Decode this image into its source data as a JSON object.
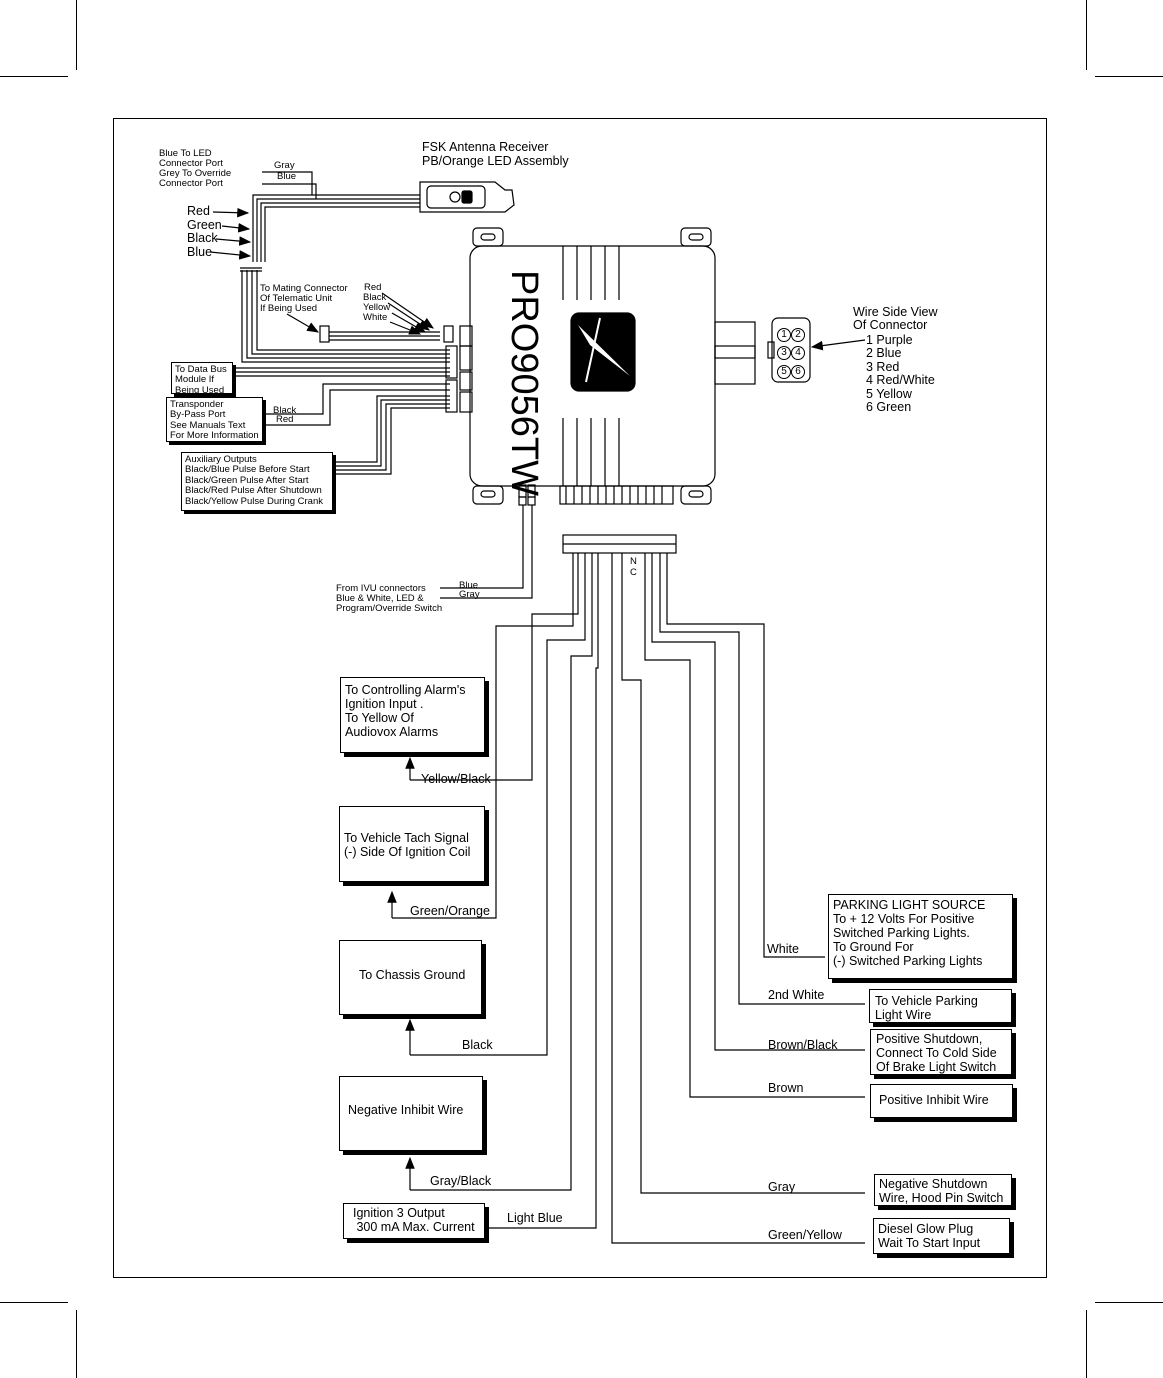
{
  "led_assembly": {
    "title_line1": "FSK Antenna Receiver",
    "title_line2": "PB/Orange LED Assembly",
    "port_note": [
      "Blue To LED",
      "Connector Port",
      "Grey To Override",
      "Connector Port"
    ],
    "gray": "Gray",
    "blue": "Blue"
  },
  "left_wires": [
    "Red",
    "Green",
    "Black",
    "Blue"
  ],
  "telematic": {
    "note": [
      "To Mating Connector",
      "Of Telematic Unit",
      "If Being Used"
    ],
    "wires": [
      "Red",
      "Black",
      "Yellow",
      "White"
    ]
  },
  "data_bus": [
    "To Data Bus",
    "Module If",
    "Being Used"
  ],
  "transponder": {
    "lines": [
      "Transponder",
      "By-Pass Port",
      "See Manuals Text",
      "For More Information"
    ],
    "black": "Black",
    "red": "Red"
  },
  "aux_outputs": [
    "Auxiliary Outputs",
    "Black/Blue Pulse Before Start",
    "Black/Green Pulse After Start",
    "Black/Red Pulse After Shutdown",
    "Black/Yellow Pulse During Crank"
  ],
  "module": {
    "model": "PRO9056TW"
  },
  "connector_view": {
    "title_line1": "Wire Side View",
    "title_line2": "Of Connector",
    "pins": [
      "1",
      "2",
      "3",
      "4",
      "5",
      "6"
    ],
    "items": [
      "1 Purple",
      "2 Blue",
      "3 Red",
      "4 Red/White",
      "5 Yellow",
      "6 Green"
    ]
  },
  "ivu": {
    "lines": [
      "From IVU connectors",
      "Blue & White, LED &",
      "Program/Override Switch"
    ],
    "blue": "Blue",
    "gray": "Gray"
  },
  "nc_label": {
    "n": "N",
    "c": "C"
  },
  "left_boxes": {
    "ignition_input": [
      "To Controlling Alarm's",
      "Ignition Input .",
      "To Yellow Of",
      "Audiovox Alarms"
    ],
    "tach": [
      "To Vehicle Tach Signal",
      "(-) Side Of Ignition Coil"
    ],
    "ground": [
      "To Chassis Ground"
    ],
    "neg_inhibit": [
      "Negative Inhibit Wire"
    ],
    "ign3": [
      "Ignition 3 Output",
      " 300 mA Max. Current"
    ]
  },
  "left_wire_labels": {
    "yellow_black": "Yellow/Black",
    "green_orange": "Green/Orange",
    "black": "Black",
    "gray_black": "Gray/Black",
    "light_blue": "Light Blue"
  },
  "right_boxes": {
    "parking_source": [
      "PARKING LIGHT SOURCE",
      "To + 12 Volts For Positive",
      "Switched Parking Lights.",
      "To Ground For",
      "(-) Switched Parking Lights"
    ],
    "parking_wire": [
      "To Vehicle Parking",
      "Light Wire"
    ],
    "pos_shutdown": [
      "Positive Shutdown,",
      "Connect To Cold Side",
      "Of Brake Light Switch"
    ],
    "pos_inhibit": [
      "Positive Inhibit Wire"
    ],
    "neg_shutdown": [
      "Negative Shutdown",
      "Wire, Hood Pin Switch"
    ],
    "glow_plug": [
      "Diesel Glow Plug",
      "Wait To Start Input"
    ]
  },
  "right_wire_labels": {
    "white": "White",
    "second_white": "2nd White",
    "brown_black": "Brown/Black",
    "brown": "Brown",
    "gray": "Gray",
    "green_yellow": "Green/Yellow"
  }
}
